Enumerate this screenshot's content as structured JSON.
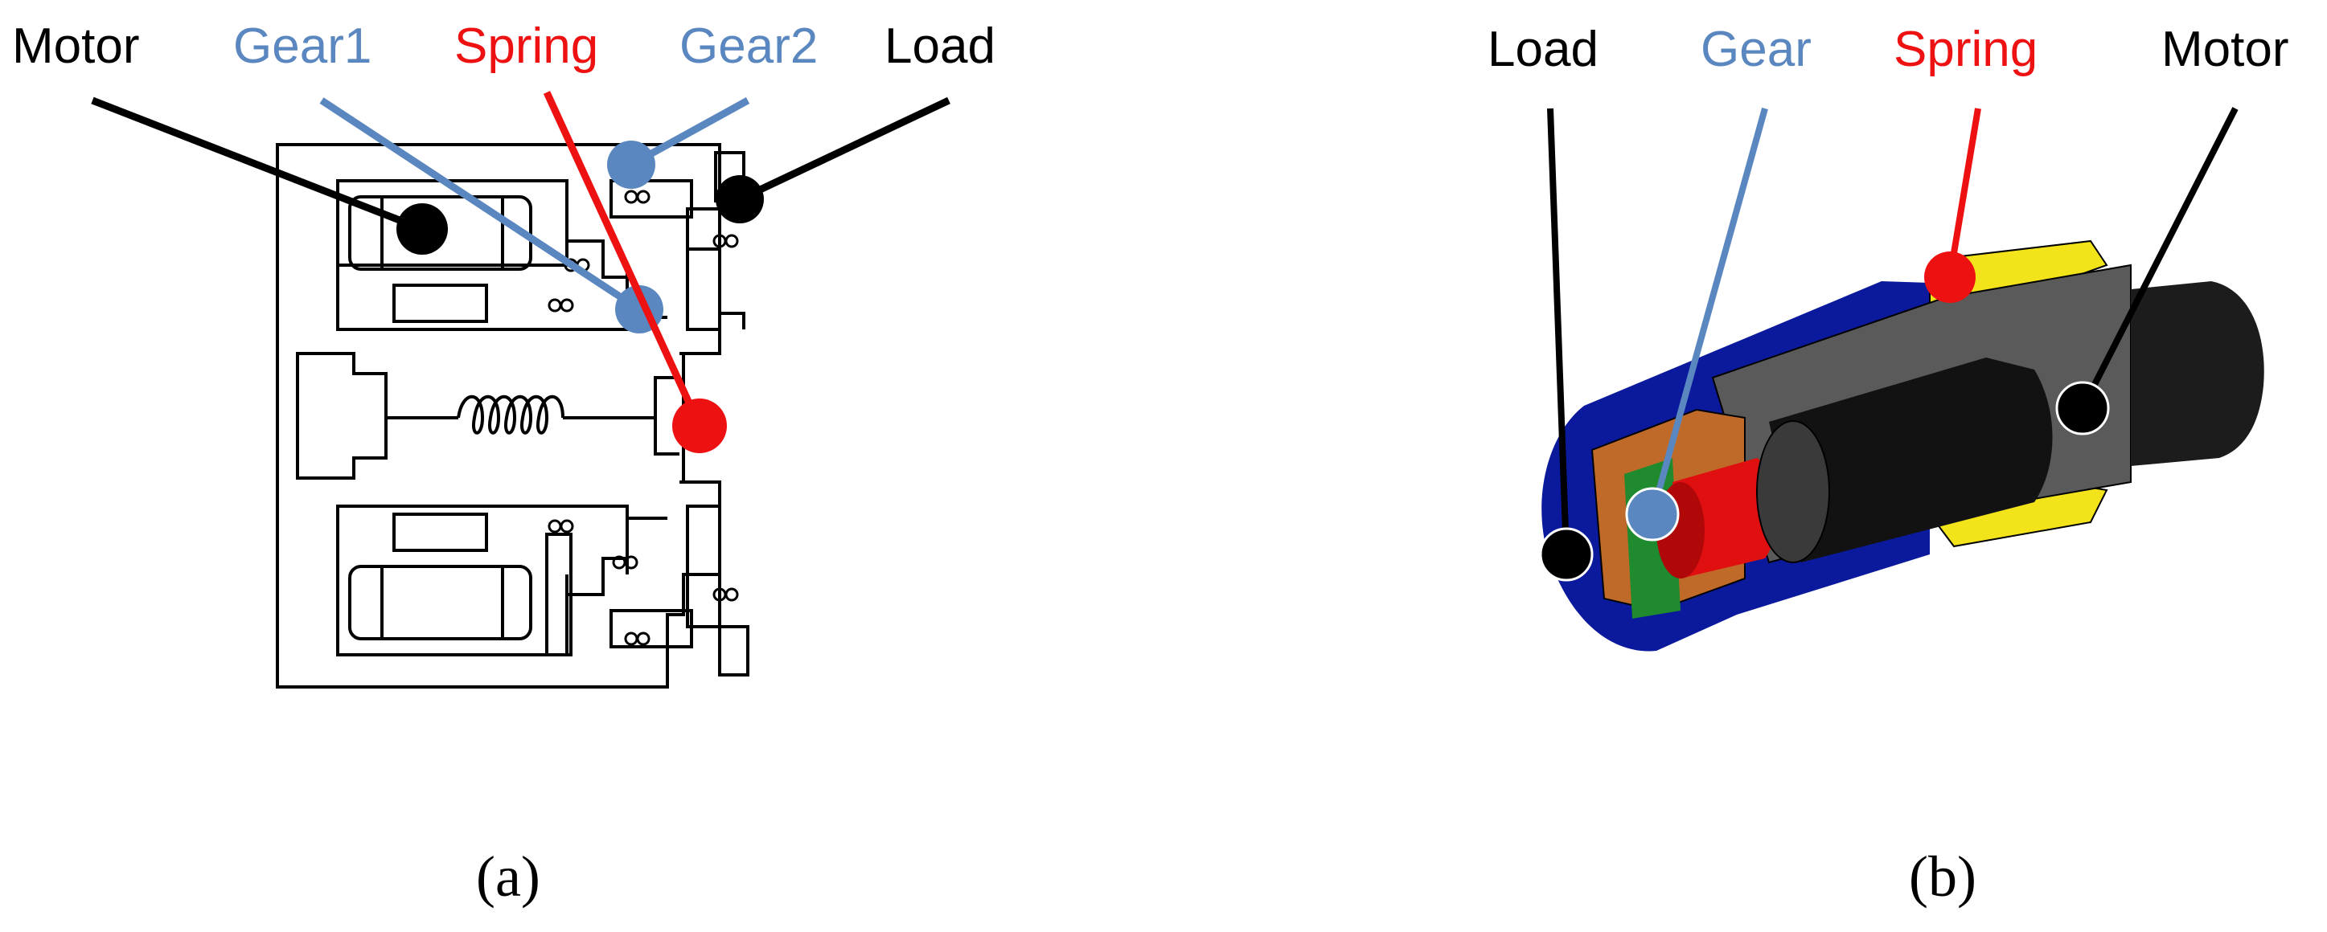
{
  "colors": {
    "black": "#000000",
    "blue": "#5b87c0",
    "red": "#ee1111",
    "yellow": "#f2e31a",
    "navy": "#0b1a9c",
    "dark_grey": "#5a5a5a",
    "orange": "#c06a2a",
    "green": "#1f8a2e"
  },
  "panel_a": {
    "labels": {
      "motor": "Motor",
      "gear1": "Gear1",
      "spring": "Spring",
      "gear2": "Gear2",
      "load": "Load"
    },
    "caption": "(a)"
  },
  "panel_b": {
    "labels": {
      "load": "Load",
      "gear": "Gear",
      "spring": "Spring",
      "motor": "Motor"
    },
    "caption": "(b)"
  }
}
